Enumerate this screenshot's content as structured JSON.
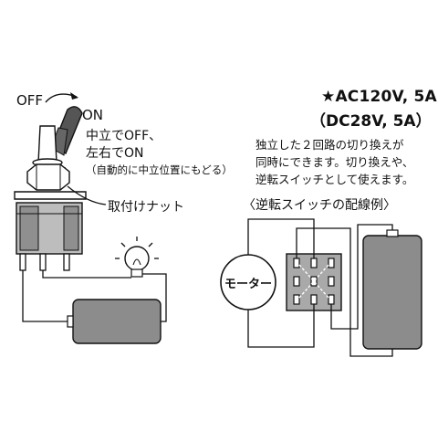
{
  "colors": {
    "ink": "#111111",
    "toggle_grey": "#555555",
    "body_grey": "#9a9a9a",
    "battery_grey": "#8c8c8c",
    "switch_body": "#a9a9a9"
  },
  "spec": {
    "line1": "★AC120V, 5A",
    "line2": "（DC28V, 5A）"
  },
  "description": [
    "独立した２回路の切り換えが",
    "同時にできます。切り換えや、",
    "逆転スイッチとして使えます。"
  ],
  "toggle": {
    "off_label": "OFF",
    "on_label": "ON",
    "note_line1": "中立でOFF、",
    "note_line2": "左右でON",
    "note_line3": "（自動的に中立位置にもどる）",
    "nut_label": "取付けナット"
  },
  "wiring": {
    "title": "〈逆転スイッチの配線例〉",
    "motor_label": "モーター"
  },
  "icons": {
    "star": "star-icon",
    "arrow": "curved-arrow-icon",
    "bulb": "light-bulb-icon"
  }
}
